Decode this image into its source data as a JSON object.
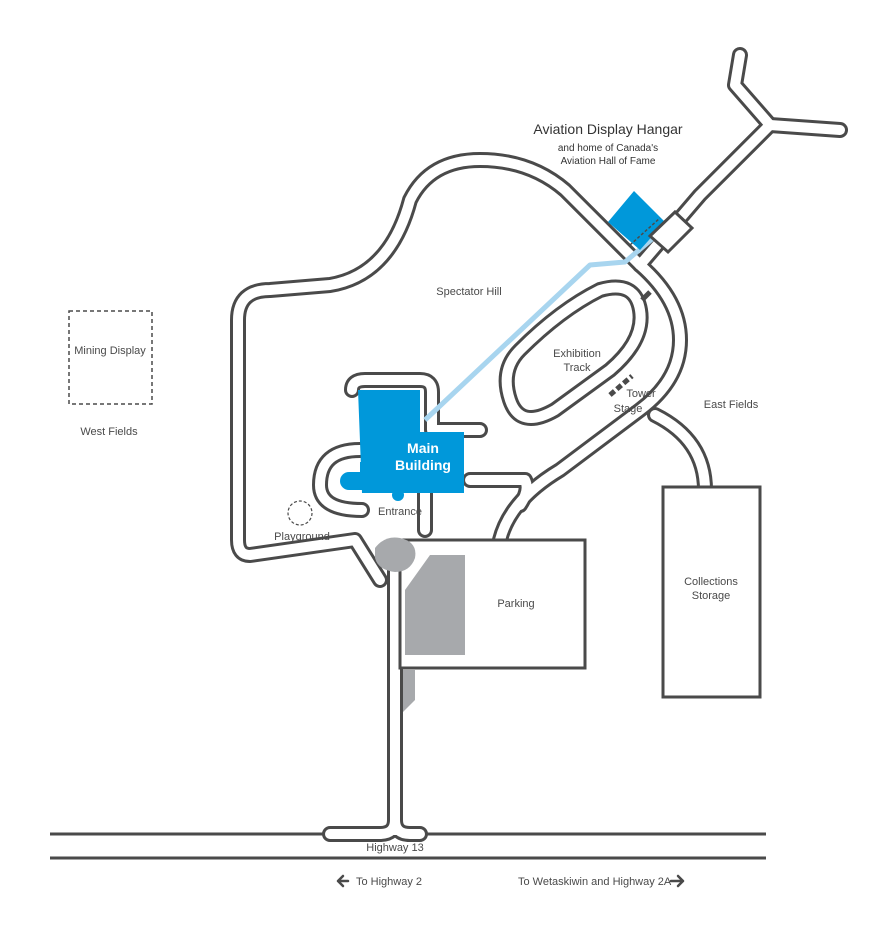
{
  "hangar": {
    "title": "Aviation Display Hangar",
    "subtitle_line1": "and home of Canada's",
    "subtitle_line2": "Aviation Hall of Fame"
  },
  "main_building": {
    "line1": "Main",
    "line2": "Building"
  },
  "labels": {
    "spectator_hill": "Spectator Hill",
    "exhibition_track_1": "Exhibition",
    "exhibition_track_2": "Track",
    "tower": "Tower",
    "stage": "Stage",
    "east_fields": "East Fields",
    "mining_display": "Mining Display",
    "west_fields": "West Fields",
    "entrance": "Entrance",
    "playground": "Playground",
    "parking": "Parking",
    "collections_1": "Collections",
    "collections_2": "Storage",
    "highway_13": "Highway 13",
    "to_highway_2": "To Highway 2",
    "to_wetaskiwin": "To Wetaskiwin and Highway 2A"
  },
  "colors": {
    "building_blue": "#0098da",
    "walkway_blue": "#a8d5ef",
    "road_gray": "#4a4a4a",
    "parking_gray": "#a7a9ac"
  },
  "icons": {
    "left_arrow": "arrow-left-icon",
    "right_arrow": "arrow-right-icon"
  }
}
